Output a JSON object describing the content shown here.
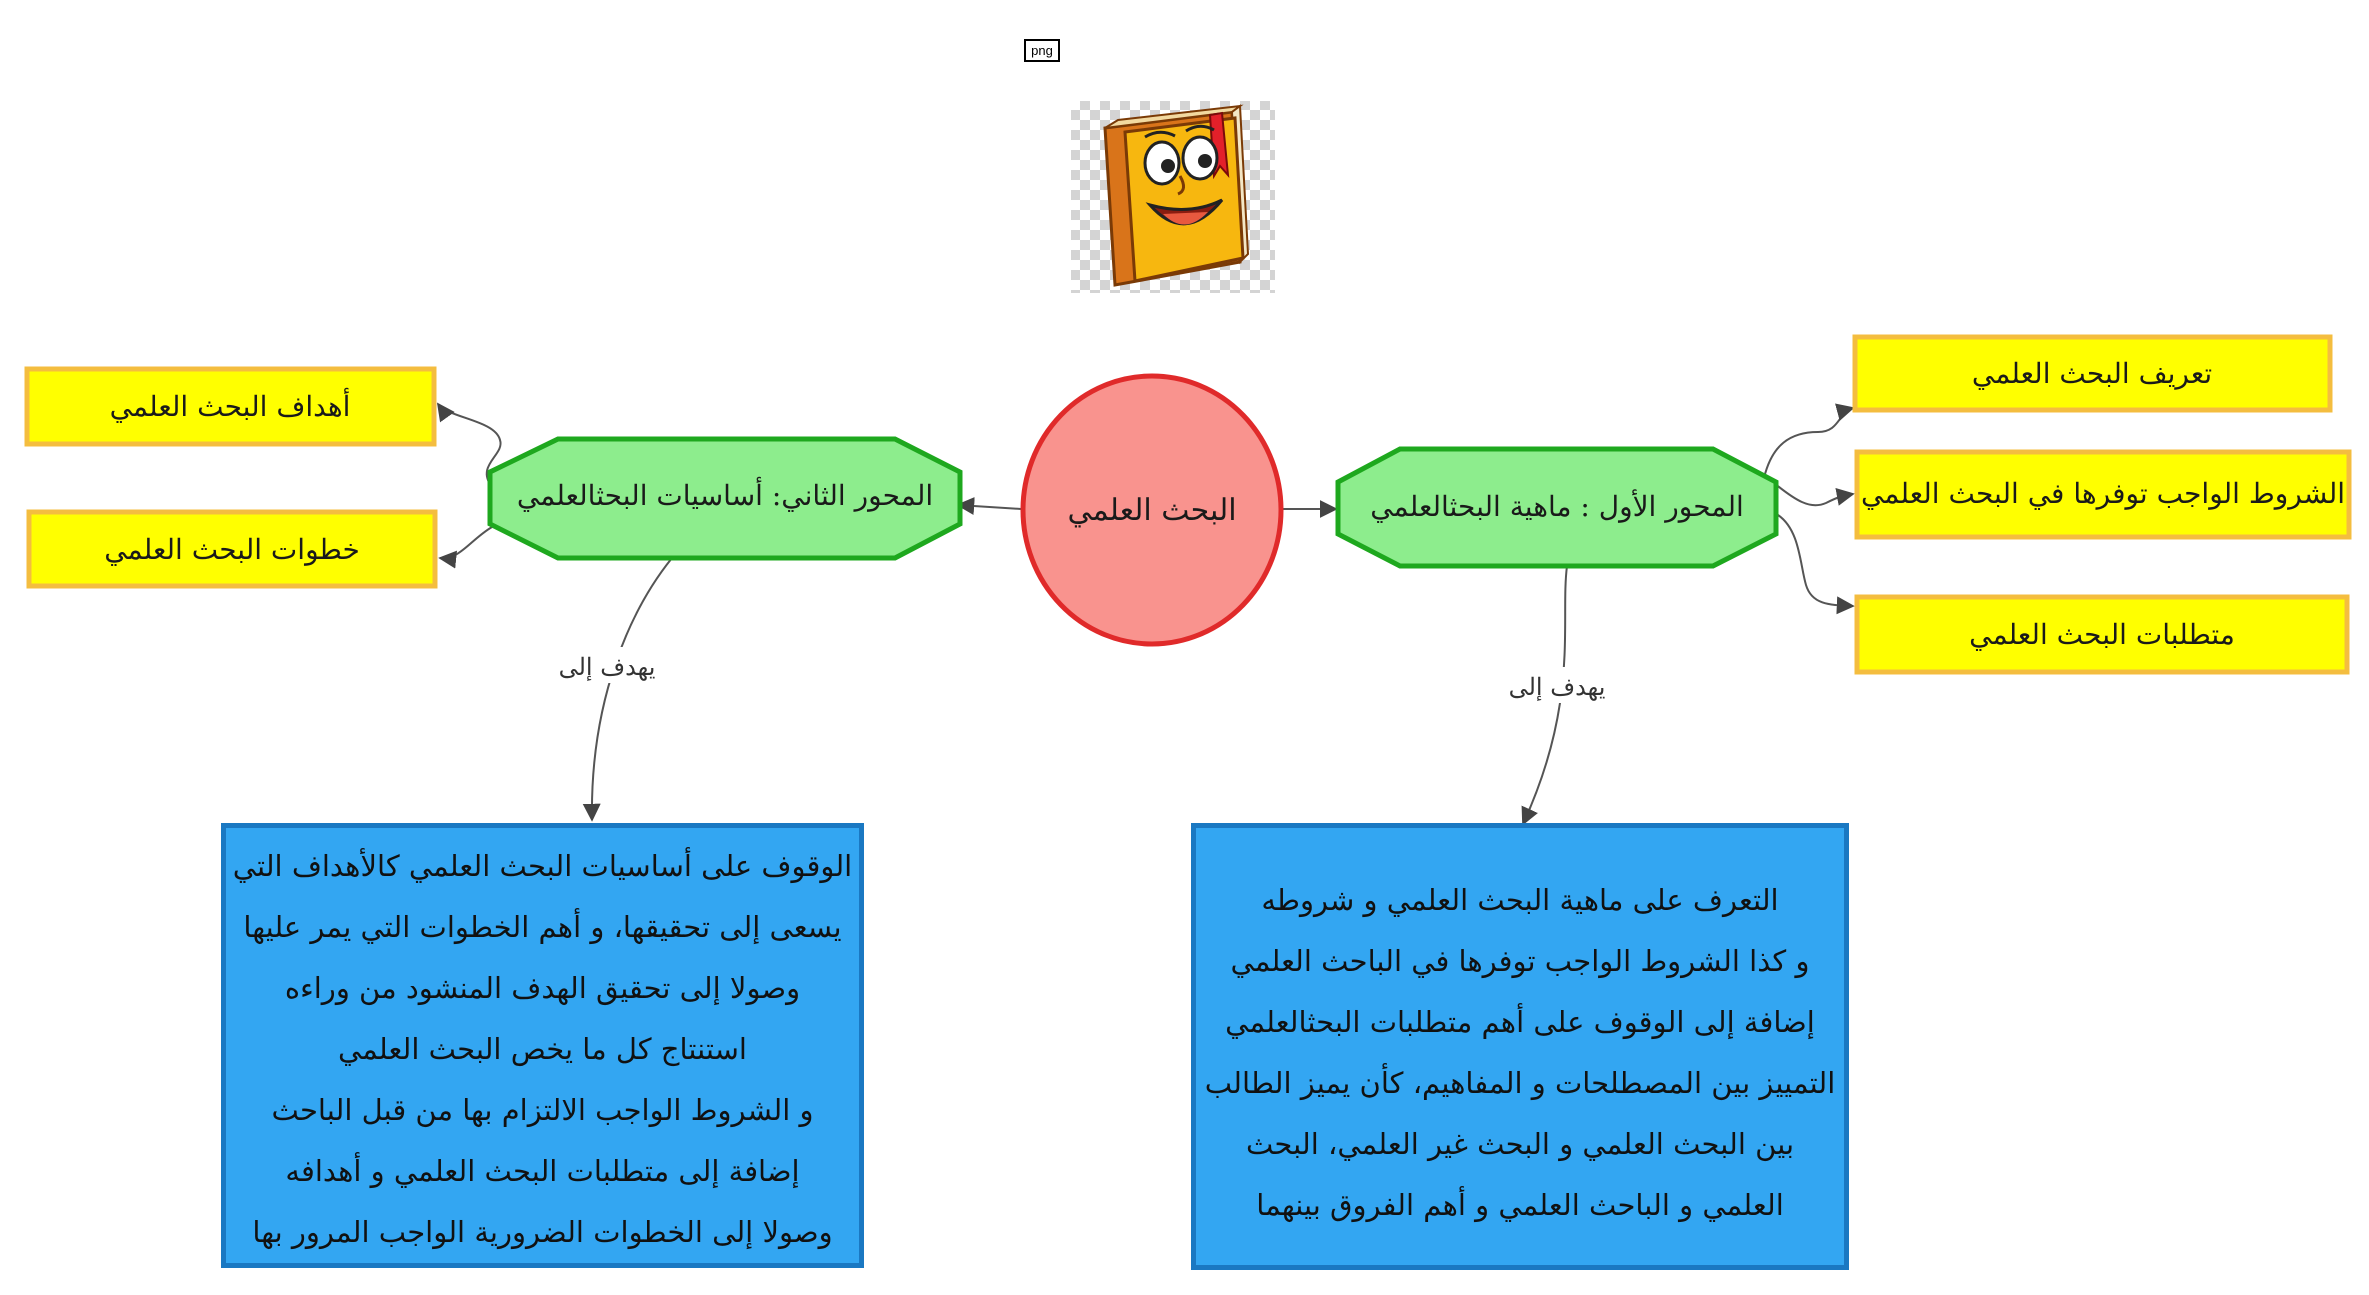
{
  "badge": {
    "text": "png"
  },
  "center": {
    "label": "البحث العلمي",
    "fill": "#f9938e",
    "stroke": "#e02a2a"
  },
  "axes": {
    "first": {
      "label": "المحور الأول  : ماهية البحثالعلمي",
      "fill": "#8ded8d",
      "stroke": "#1ea81e"
    },
    "second": {
      "label": "المحور الثاني: أساسيات البحثالعلمي",
      "fill": "#8ded8d",
      "stroke": "#1ea81e"
    }
  },
  "right_topics": [
    "تعريف البحث العلمي",
    "الشروط الواجب توفرها في  البحث العلمي",
    "متطلبات البحث العلمي"
  ],
  "left_topics": [
    "أهداف البحث العلمي",
    "خطوات  البحث العلمي"
  ],
  "topic_style": {
    "fill": "#ffff00",
    "stroke": "#f4bd3f"
  },
  "edge_labels": {
    "right": "يهدف إلى",
    "left": "يهدف إلى"
  },
  "descriptions": {
    "right": [
      "التعرف على ماهية البحث العلمي و شروطه",
      "و كذا الشروط الواجب توفرها في الباحث العلمي",
      "إضافة إلى الوقوف على أهم متطلبات البحثالعلمي",
      "التمييز بين المصطلحات و المفاهيم، كأن يميز الطالب",
      "بين البحث العلمي و البحث غير العلمي، البحث",
      "العلمي و الباحث العلمي و أهم الفروق بينهما"
    ],
    "left": [
      "الوقوف على أساسيات البحث العلمي كالأهداف التي",
      "يسعى إلى تحقيقها، و أهم الخطوات التي يمر عليها",
      "وصولا إلى تحقيق الهدف المنشود من وراءه",
      "استنتاج كل ما يخص البحث العلمي",
      "و الشروط الواجب الالتزام بها من قبل الباحث",
      "إضافة إلى متطلبات البحث العلمي و أهدافه",
      "وصولا إلى الخطوات الضرورية الواجب المرور بها"
    ]
  },
  "icons": {
    "book": "cartoon-book-icon"
  }
}
